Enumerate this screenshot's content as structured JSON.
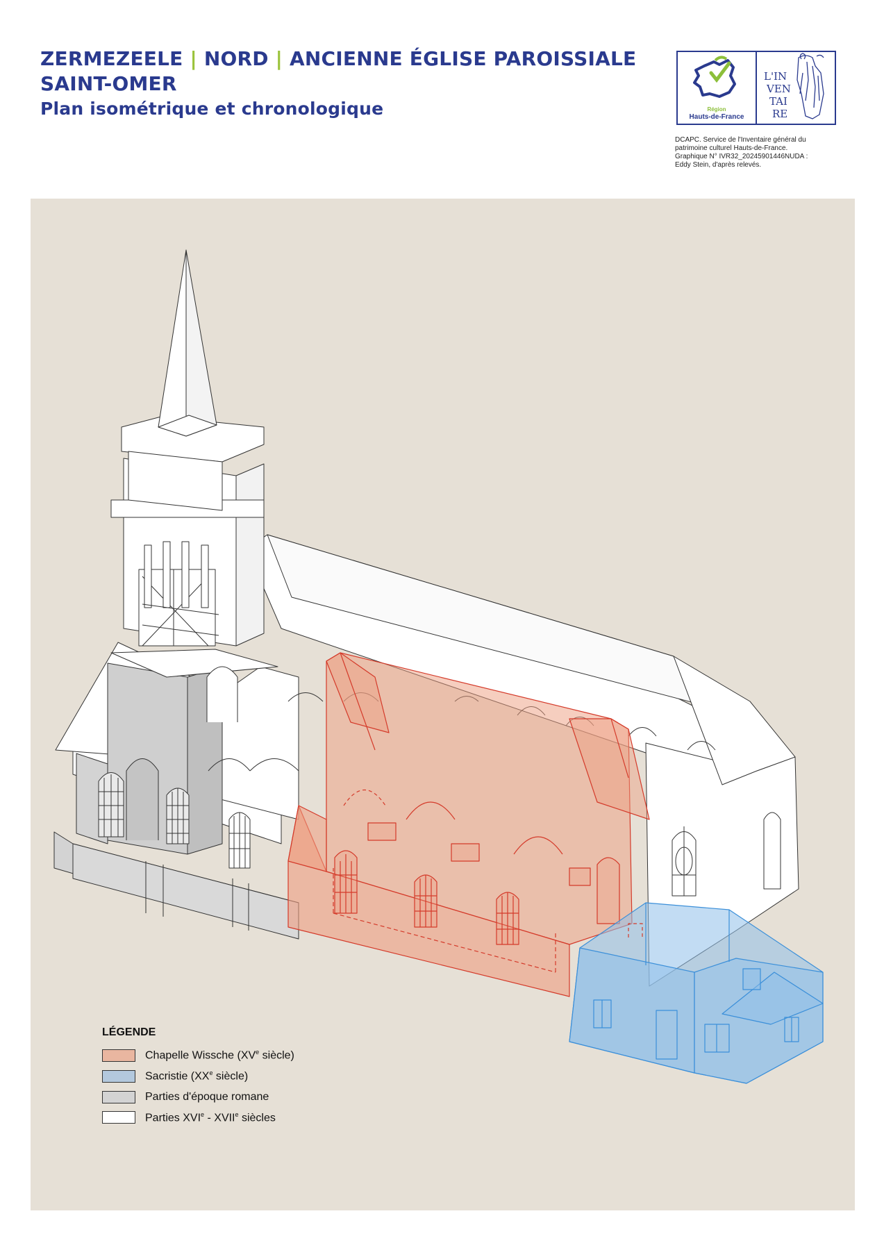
{
  "header": {
    "line1_part1": "ZERMEZEELE",
    "line1_part2": "NORD",
    "line1_part3": "ANCIENNE ÉGLISE PAROISSIALE",
    "separator": "|",
    "line2": "SAINT-OMER",
    "subtitle": "Plan isométrique et chronologique"
  },
  "logos": {
    "region_small": "Région",
    "region_name": "Hauts-de-France",
    "inventaire_text": "L'INVENTAIRE"
  },
  "credit": {
    "line1": "DCAPC. Service de l'Inventaire général du",
    "line2": "patrimoine culturel Hauts-de-France.",
    "line3": "Graphique N° IVR32_20245901446NUDA :",
    "line4": "Eddy Stein, d'après relevés."
  },
  "legend": {
    "title": "LÉGENDE",
    "items": [
      {
        "label": "Chapelle Wissche (XV",
        "sup": "e",
        "suffix": " siècle)",
        "color": "#e9b6a0"
      },
      {
        "label": "Sacristie (XX",
        "sup": "e",
        "suffix": " siècle)",
        "color": "#b3c8dd"
      },
      {
        "label": "Parties d'époque romane",
        "sup": "",
        "suffix": "",
        "color": "#d3d3d3"
      },
      {
        "label": "Parties XVI",
        "sup": "e",
        "suffix": " - XVII",
        "sup2": "e",
        "suffix2": " siècles",
        "color": "#ffffff"
      }
    ]
  },
  "colors": {
    "title_blue": "#2a3a8e",
    "accent_green": "#9bc33c",
    "panel_bg": "#e6e0d6",
    "chapel_fill": "#e9b6a0",
    "chapel_line": "#d43a2a",
    "sacristy_fill": "#a9c8e8",
    "sacristy_line": "#3b8fd9",
    "romanesque_fill": "#d3d3d3"
  }
}
